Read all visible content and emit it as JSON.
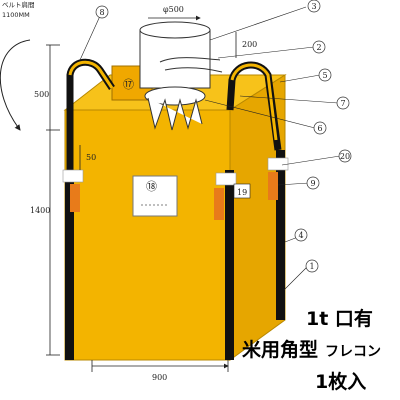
{
  "belt_spacing_label": "ベルト肩間",
  "belt_spacing_value": "1100MM",
  "dims": {
    "top_diameter": "φ500",
    "spout_height": "200",
    "belt_height": "500",
    "body_height": "1400",
    "loop_height": "50",
    "width": "900"
  },
  "callouts": [
    "1",
    "2",
    "3",
    "4",
    "5",
    "6",
    "7",
    "8",
    "9",
    "20"
  ],
  "markers": {
    "circled_17": "⑰",
    "circled_18": "⑱",
    "boxed_19": "19"
  },
  "product": {
    "line1": "1t 口有",
    "line2": "米用角型",
    "line2_kana": "フレコン",
    "line3": "1枚入"
  },
  "colors": {
    "bag": "#f3b400",
    "bag_side": "#d99b00",
    "belt": "#111111",
    "orange_patch": "#e87b1a",
    "spout": "#ffffff"
  }
}
